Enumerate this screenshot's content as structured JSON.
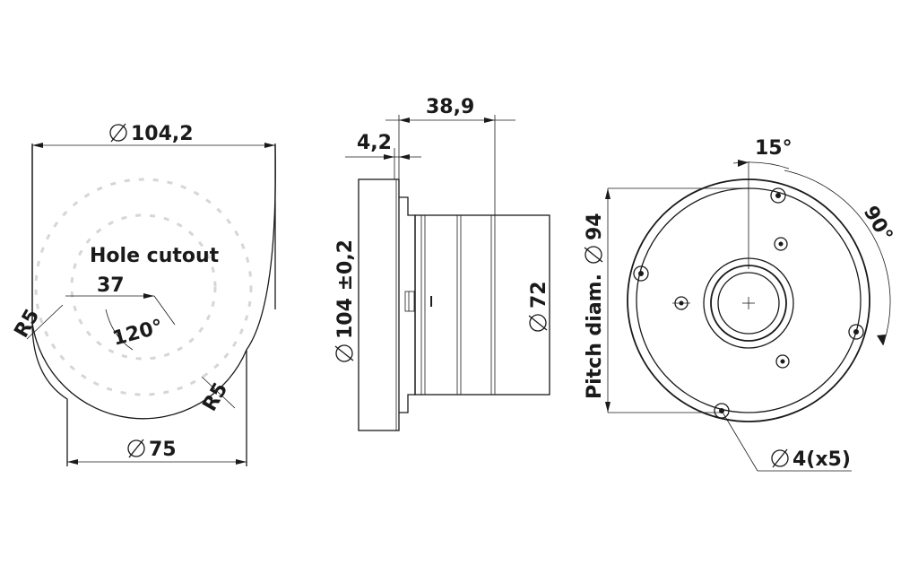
{
  "front_view": {
    "outer_diameter_label": "104,2",
    "hole_label": "Hole cutout",
    "offset_label": "37",
    "angle_label": "120°",
    "radius_left_label": "R5",
    "radius_right_label": "R5",
    "bottom_diameter_label": "75"
  },
  "side_view": {
    "depth_label": "38,9",
    "flange_label": "4,2",
    "height_label": "104 ±0,2",
    "body_diameter_label": "72"
  },
  "rear_view": {
    "angle_top_label": "15°",
    "angle_right_label": "90°",
    "pitch_label": "Pitch diam.",
    "pitch_value_label": "94",
    "hole_label": "4(x5)"
  }
}
